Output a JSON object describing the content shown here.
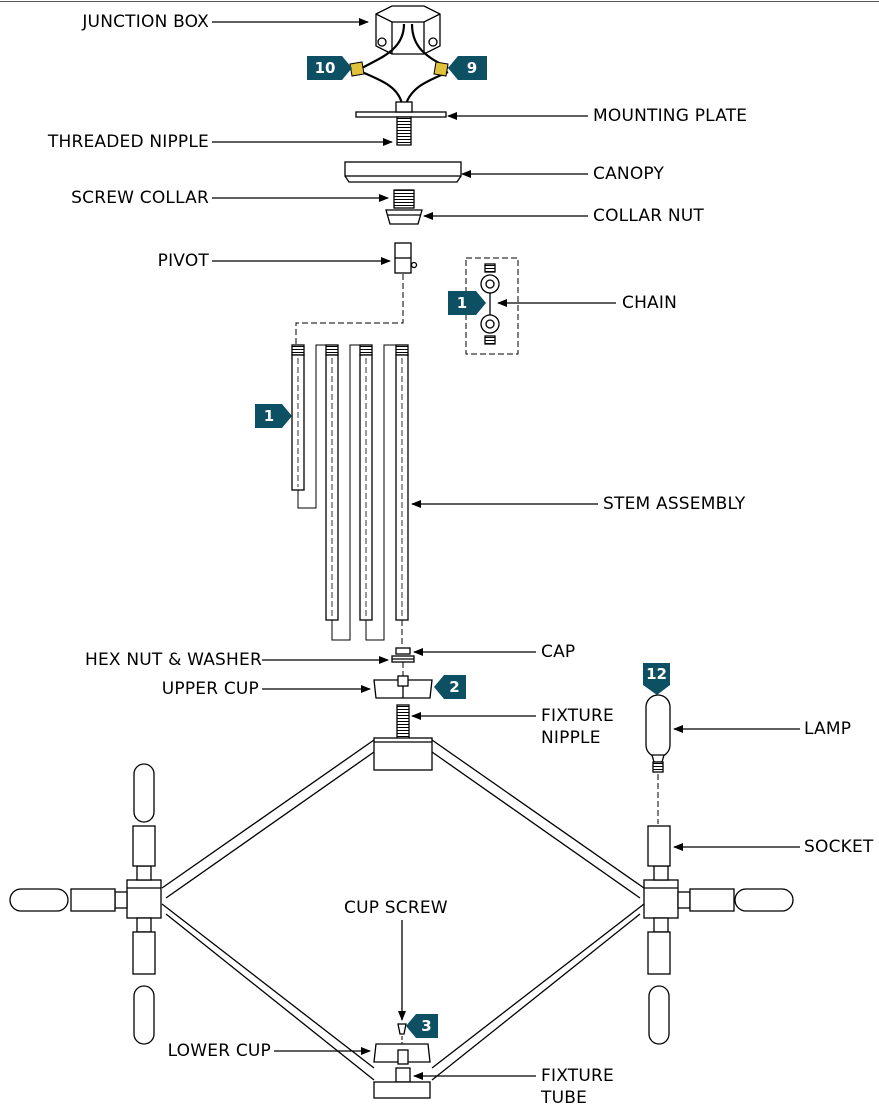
{
  "labels": {
    "junction_box": "JUNCTION BOX",
    "mounting_plate": "MOUNTING PLATE",
    "threaded_nipple": "THREADED NIPPLE",
    "canopy": "CANOPY",
    "screw_collar": "SCREW COLLAR",
    "collar_nut": "COLLAR NUT",
    "pivot": "PIVOT",
    "chain": "CHAIN",
    "stem_assembly": "STEM ASSEMBLY",
    "cap": "CAP",
    "hex_nut_washer": "HEX NUT & WASHER",
    "upper_cup": "UPPER CUP",
    "fixture_nipple_1": "FIXTURE",
    "fixture_nipple_2": "NIPPLE",
    "lamp": "LAMP",
    "socket": "SOCKET",
    "cup_screw": "CUP SCREW",
    "lower_cup": "LOWER CUP",
    "fixture_tube_1": "FIXTURE",
    "fixture_tube_2": "TUBE"
  },
  "badges": {
    "wire_left": "10",
    "wire_right": "9",
    "chain": "1",
    "stem": "1",
    "upper_cup": "2",
    "lamp": "12",
    "cup_screw": "3"
  },
  "colors": {
    "badge": "#0d4f63",
    "line": "#000000",
    "wire_nut": "#e0c23a"
  }
}
